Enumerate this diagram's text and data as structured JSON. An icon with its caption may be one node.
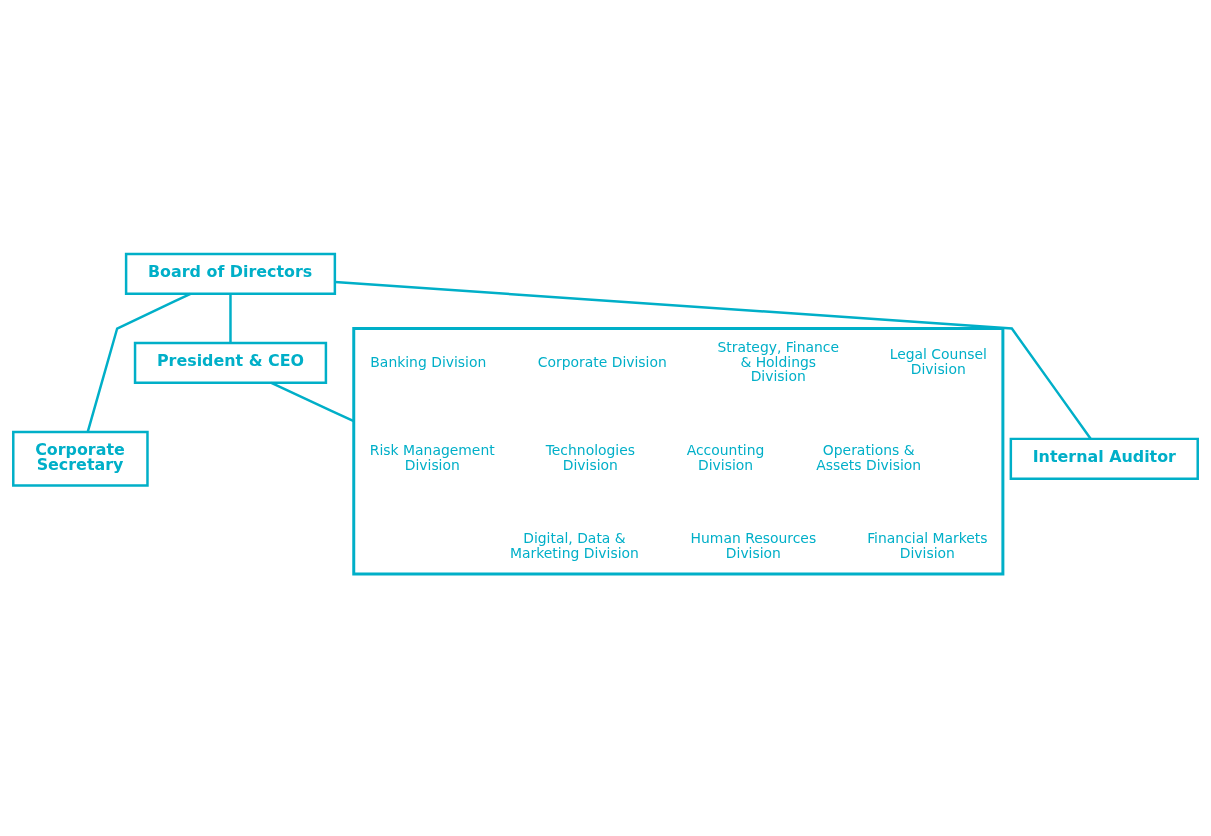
{
  "diagram": {
    "nodes": [
      {
        "text": [
          "Board of Directors"
        ]
      },
      {
        "text": [
          "President & CEO"
        ]
      },
      {
        "text": [
          "Corporate Secretary"
        ]
      },
      {
        "text": [
          "Internal Auditor"
        ]
      },
      {
        "text": [],
        "shape": "box"
      },
      {
        "text": [
          "Banking Division"
        ],
        "in": 4
      },
      {
        "text": [
          "Corporate Division"
        ],
        "in": 4
      },
      {
        "text": [
          "Strategy, Finance & Holdings Division"
        ],
        "in": 4
      },
      {
        "text": [
          "Legal Counsel Division"
        ],
        "in": 4
      },
      {
        "text": [
          "Operations & Assets Division"
        ],
        "in": 4
      },
      {
        "text": [
          "Risk Management Division"
        ],
        "in": 4
      },
      {
        "text": [
          "Technologies Division"
        ],
        "in": 4
      },
      {
        "text": [
          "Accounting Division"
        ],
        "in": 4
      },
      {
        "text": [
          "Digital, Data & Marketing Division"
        ],
        "in": 4
      },
      {
        "text": [
          "Human Resources Division"
        ],
        "in": 4
      },
      {
        "text": [
          "Financial Markets Division"
        ],
        "in": 4
      }
    ],
    "edges": [
      {
        "from": 0,
        "to": 1,
        "arrow": "none"
      },
      {
        "from": 0,
        "to": 2,
        "arrow": "none"
      },
      {
        "from": 0,
        "to": 3,
        "arrow": "none"
      },
      {
        "from": 1,
        "to": 4,
        "arrow": "none"
      }
    ]
  }
}
